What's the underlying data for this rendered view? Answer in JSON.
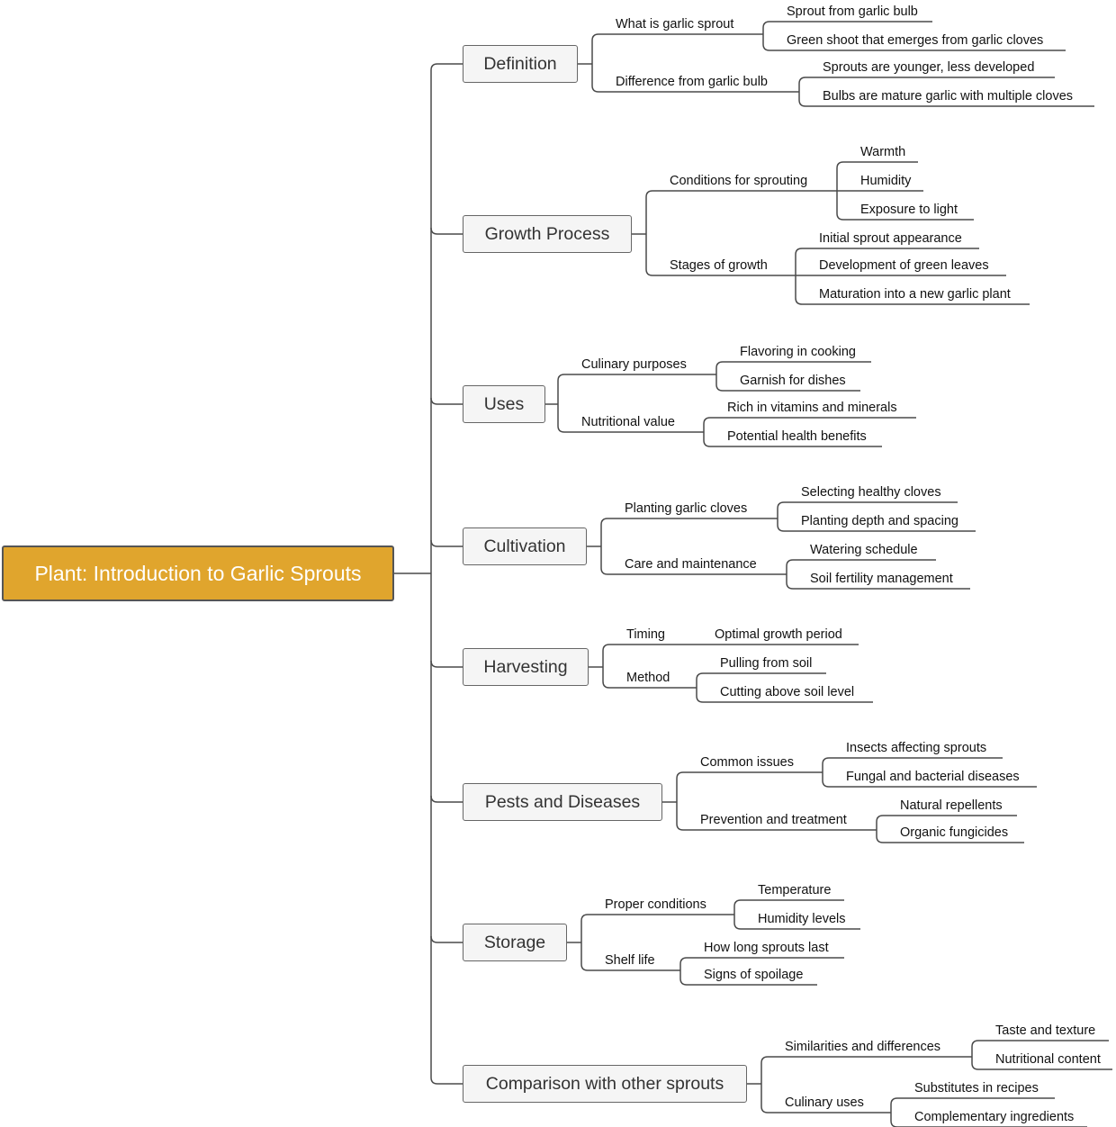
{
  "root": "Plant: Introduction to Garlic Sprouts",
  "branches": [
    {
      "label": "Definition",
      "children": [
        {
          "label": "What is garlic sprout",
          "children": [
            "Sprout from garlic bulb",
            "Green shoot that emerges from garlic cloves"
          ]
        },
        {
          "label": "Difference from garlic bulb",
          "children": [
            "Sprouts are younger, less developed",
            "Bulbs are mature garlic with multiple cloves"
          ]
        }
      ]
    },
    {
      "label": "Growth Process",
      "children": [
        {
          "label": "Conditions for sprouting",
          "children": [
            "Warmth",
            "Humidity",
            "Exposure to light"
          ]
        },
        {
          "label": "Stages of growth",
          "children": [
            "Initial sprout appearance",
            "Development of green leaves",
            "Maturation into a new garlic plant"
          ]
        }
      ]
    },
    {
      "label": "Uses",
      "children": [
        {
          "label": "Culinary purposes",
          "children": [
            "Flavoring in cooking",
            "Garnish for dishes"
          ]
        },
        {
          "label": "Nutritional value",
          "children": [
            "Rich in vitamins and minerals",
            "Potential health benefits"
          ]
        }
      ]
    },
    {
      "label": "Cultivation",
      "children": [
        {
          "label": "Planting garlic cloves",
          "children": [
            "Selecting healthy cloves",
            "Planting depth and spacing"
          ]
        },
        {
          "label": "Care and maintenance",
          "children": [
            "Watering schedule",
            "Soil fertility management"
          ]
        }
      ]
    },
    {
      "label": "Harvesting",
      "children": [
        {
          "label": "Timing",
          "children": [
            "Optimal growth period"
          ]
        },
        {
          "label": "Method",
          "children": [
            "Pulling from soil",
            "Cutting above soil level"
          ]
        }
      ]
    },
    {
      "label": "Pests and Diseases",
      "children": [
        {
          "label": "Common issues",
          "children": [
            "Insects affecting sprouts",
            "Fungal and bacterial diseases"
          ]
        },
        {
          "label": "Prevention and treatment",
          "children": [
            "Natural repellents",
            "Organic fungicides"
          ]
        }
      ]
    },
    {
      "label": "Storage",
      "children": [
        {
          "label": "Proper conditions",
          "children": [
            "Temperature",
            "Humidity levels"
          ]
        },
        {
          "label": "Shelf life",
          "children": [
            "How long sprouts last",
            "Signs of spoilage"
          ]
        }
      ]
    },
    {
      "label": "Comparison with other sprouts",
      "children": [
        {
          "label": "Similarities and differences",
          "children": [
            "Taste and texture",
            "Nutritional content"
          ]
        },
        {
          "label": "Culinary uses",
          "children": [
            "Substitutes in recipes",
            "Complementary ingredients"
          ]
        }
      ]
    }
  ],
  "colors": {
    "root_fill": "#e0a52d",
    "branch_fill": "#f5f5f5",
    "line": "#4a4a4a"
  }
}
